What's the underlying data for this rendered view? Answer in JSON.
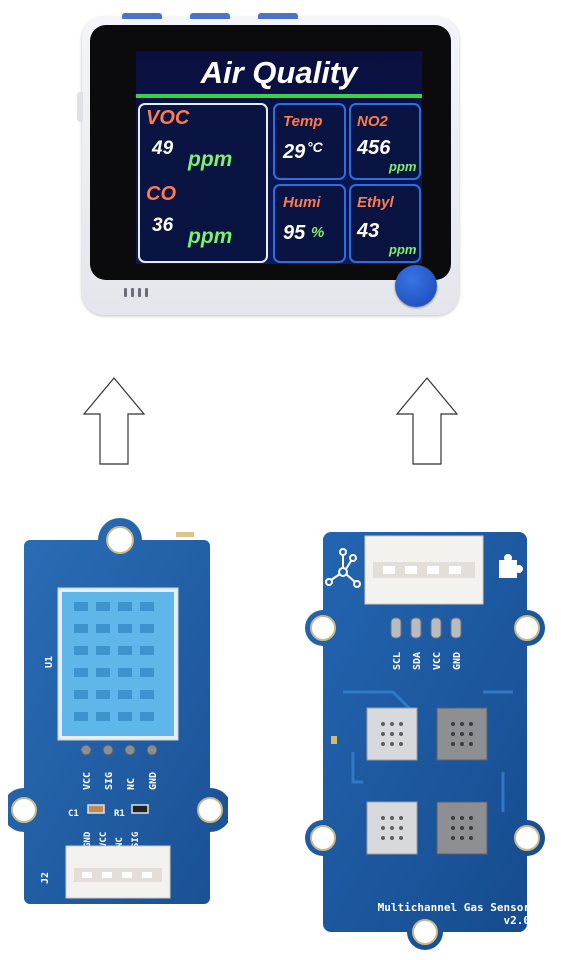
{
  "screen": {
    "title": "Air Quality",
    "voc": {
      "label": "VOC",
      "value": "49",
      "unit": "ppm"
    },
    "co": {
      "label": "CO",
      "value": "36",
      "unit": "ppm"
    },
    "temp": {
      "label": "Temp",
      "value": "29",
      "unit": "°C"
    },
    "no2": {
      "label": "NO2",
      "value": "456",
      "unit": "ppm"
    },
    "humi": {
      "label": "Humi",
      "value": "95",
      "unit": "%"
    },
    "ethyl": {
      "label": "Ethyl",
      "value": "43",
      "unit": "ppm"
    }
  },
  "dht_board": {
    "module_label": "U1",
    "connector_label": "J2",
    "pins": [
      "VCC",
      "SIG",
      "NC",
      "GND"
    ],
    "components": [
      "C1",
      "R1"
    ],
    "connector_pins": [
      "GND",
      "VCC",
      "NC",
      "SIG"
    ]
  },
  "gas_board": {
    "pins": [
      "SCL",
      "SDA",
      "VCC",
      "GND"
    ],
    "title_line1": "Multichannel Gas Sensor",
    "title_line2": "v2.0"
  },
  "colors": {
    "accent_blue": "#2c6fe0",
    "pcb_blue": "#1d5fa8",
    "label_orange": "#ff7a4d",
    "unit_green": "#7df06e",
    "title_line_green": "#38d14b"
  }
}
